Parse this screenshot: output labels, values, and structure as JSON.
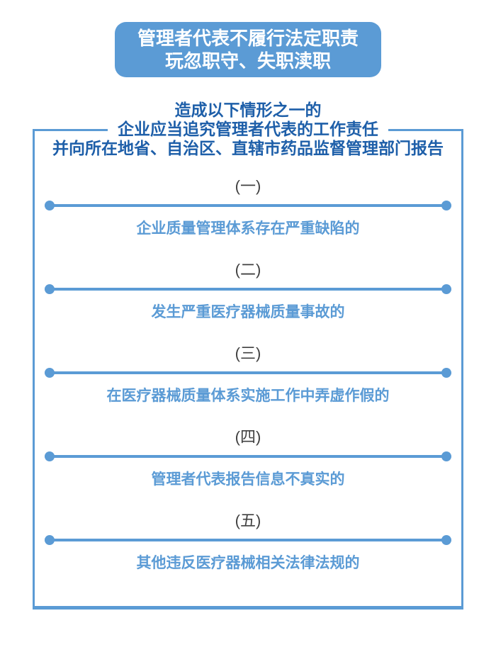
{
  "colors": {
    "accent_blue": "#5B9BD5",
    "title_blue": "#1E5FA9",
    "number_gray": "#404040",
    "background": "#FFFFFF"
  },
  "header": {
    "line1": "管理者代表不履行法定职责",
    "line2": "玩忽职守、失职渎职"
  },
  "panel": {
    "title_line1": "造成以下情形之一的",
    "title_line2": "企业应当追究管理者代表的工作责任",
    "title_line3": "并向所在地省、自治区、直辖市药品监督管理部门报告",
    "items": [
      {
        "number": "(一)",
        "text": "企业质量管理体系存在严重缺陷的"
      },
      {
        "number": "(二)",
        "text": "发生严重医疗器械质量事故的"
      },
      {
        "number": "(三)",
        "text": "在医疗器械质量体系实施工作中弄虚作假的"
      },
      {
        "number": "(四)",
        "text": "管理者代表报告信息不真实的"
      },
      {
        "number": "(五)",
        "text": "其他违反医疗器械相关法律法规的"
      }
    ]
  }
}
